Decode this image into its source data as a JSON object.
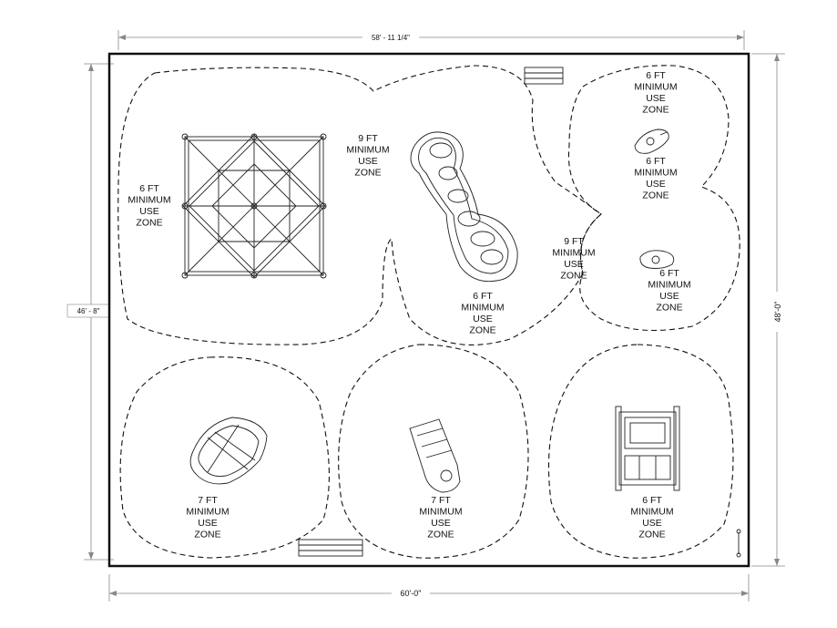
{
  "dimensions": {
    "top": "58' - 11 1/4\"",
    "bottom": "60'-0\"",
    "left": "46' - 8\"",
    "right": "48'-0\""
  },
  "zones": [
    {
      "id": "z1",
      "lines": [
        "6 FT",
        "MINIMUM",
        "USE",
        "ZONE"
      ]
    },
    {
      "id": "z2",
      "lines": [
        "9 FT",
        "MINIMUM",
        "USE",
        "ZONE"
      ]
    },
    {
      "id": "z3",
      "lines": [
        "6 FT",
        "MINIMUM",
        "USE",
        "ZONE"
      ]
    },
    {
      "id": "z4",
      "lines": [
        "6 FT",
        "MINIMUM",
        "USE",
        "ZONE"
      ]
    },
    {
      "id": "z5",
      "lines": [
        "9 FT",
        "MINIMUM",
        "USE",
        "ZONE"
      ]
    },
    {
      "id": "z6",
      "lines": [
        "6 FT",
        "MINIMUM",
        "USE",
        "ZONE"
      ]
    },
    {
      "id": "z7",
      "lines": [
        "6 FT",
        "MINIMUM",
        "USE",
        "ZONE"
      ]
    },
    {
      "id": "z8",
      "lines": [
        "7 FT",
        "MINIMUM",
        "USE",
        "ZONE"
      ]
    },
    {
      "id": "z9",
      "lines": [
        "7 FT",
        "MINIMUM",
        "USE",
        "ZONE"
      ]
    },
    {
      "id": "z10",
      "lines": [
        "6 FT",
        "MINIMUM",
        "USE",
        "ZONE"
      ]
    }
  ]
}
